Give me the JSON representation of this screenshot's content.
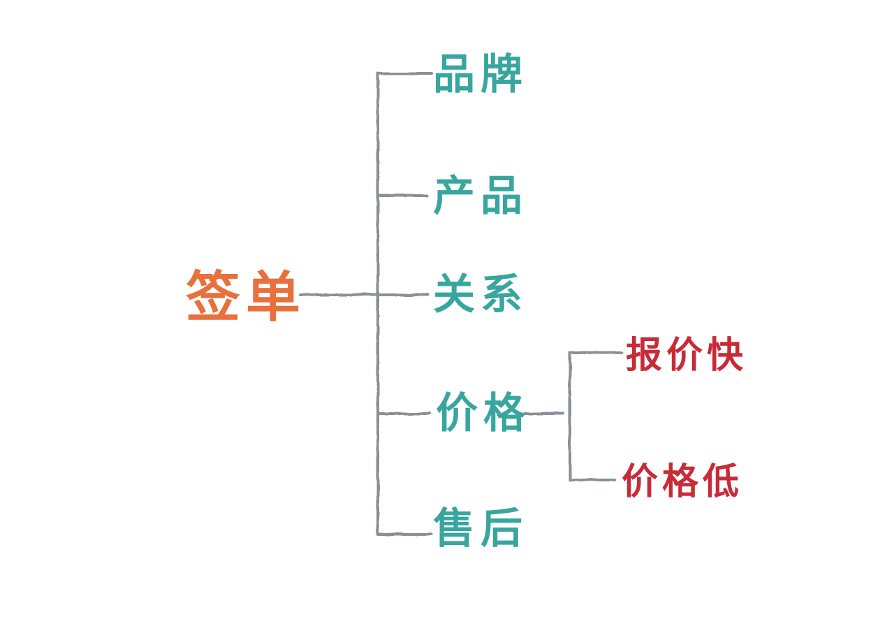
{
  "diagram": {
    "type": "mindmap",
    "root": {
      "label": "签单"
    },
    "branches": [
      {
        "label": "品牌"
      },
      {
        "label": "产品"
      },
      {
        "label": "关系"
      },
      {
        "label": "价格",
        "children": [
          {
            "label": "报价快"
          },
          {
            "label": "价格低"
          }
        ]
      },
      {
        "label": "售后"
      }
    ],
    "colors": {
      "root_text": "#E8703C",
      "branch_text": "#38A69F",
      "sub_branch_text": "#C82B38",
      "connector_line": "#8A9097",
      "background": "#FFFFFF"
    }
  }
}
